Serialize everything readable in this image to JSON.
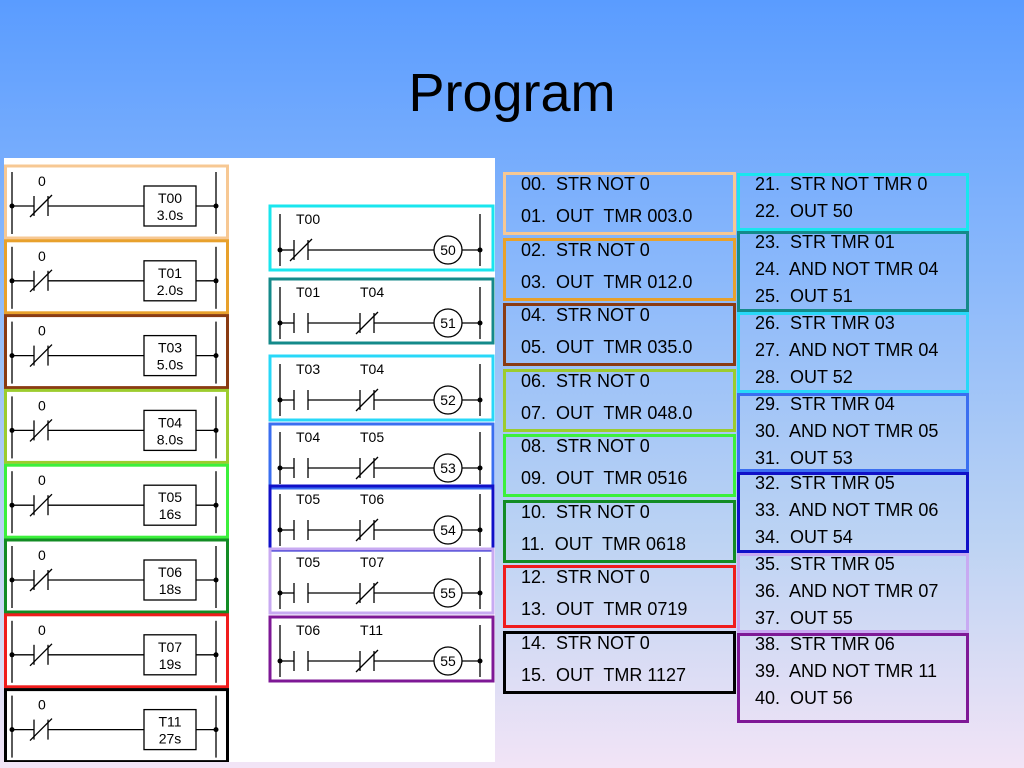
{
  "slide": {
    "title": "Program"
  },
  "rung_label_zero": "0",
  "timer_rungs": [
    {
      "name": "T00",
      "preset": "3.0s",
      "color": "#f7c893"
    },
    {
      "name": "T01",
      "preset": "2.0s",
      "color": "#e8a12c"
    },
    {
      "name": "T03",
      "preset": "5.0s",
      "color": "#8a3b12"
    },
    {
      "name": "T04",
      "preset": "8.0s",
      "color": "#9ccc2e"
    },
    {
      "name": "T05",
      "preset": "16s",
      "color": "#3cf03c"
    },
    {
      "name": "T06",
      "preset": "18s",
      "color": "#138c24"
    },
    {
      "name": "T07",
      "preset": "19s",
      "color": "#f01c1c"
    },
    {
      "name": "T11",
      "preset": "27s",
      "color": "#000000"
    }
  ],
  "output_rungs": [
    {
      "contact1": "T00",
      "contact2": "",
      "output": "50",
      "color": "#19e6ee"
    },
    {
      "contact1": "T01",
      "contact2": "T04",
      "output": "51",
      "color": "#148a8a"
    },
    {
      "contact1": "T03",
      "contact2": "T04",
      "output": "52",
      "color": "#28d8f8"
    },
    {
      "contact1": "T04",
      "contact2": "T05",
      "output": "53",
      "color": "#3a6ef0"
    },
    {
      "contact1": "T05",
      "contact2": "T06",
      "output": "54",
      "color": "#1010c8"
    },
    {
      "contact1": "T05",
      "contact2": "T07",
      "output": "55",
      "color": "#c8aaf2"
    },
    {
      "contact1": "T06",
      "contact2": "T11",
      "output": "55",
      "color": "#7e1896"
    }
  ],
  "code_left": [
    {
      "color": "#f7c893",
      "lines": [
        "00.  STR NOT 0",
        "01.  OUT  TMR 003.0"
      ]
    },
    {
      "color": "#e8a12c",
      "lines": [
        "02.  STR NOT 0",
        "03.  OUT  TMR 012.0"
      ]
    },
    {
      "color": "#8a3b12",
      "lines": [
        "04.  STR NOT 0",
        "05.  OUT  TMR 035.0"
      ]
    },
    {
      "color": "#9ccc2e",
      "lines": [
        "06.  STR NOT 0",
        "07.  OUT  TMR 048.0"
      ]
    },
    {
      "color": "#3cf03c",
      "lines": [
        "08.  STR NOT 0",
        "09.  OUT  TMR 0516"
      ]
    },
    {
      "color": "#138c24",
      "lines": [
        "10.  STR NOT 0",
        "11.  OUT  TMR 0618"
      ]
    },
    {
      "color": "#f01c1c",
      "lines": [
        "12.  STR NOT 0",
        "13.  OUT  TMR 0719"
      ]
    },
    {
      "color": "#000000",
      "lines": [
        "14.  STR NOT 0",
        "15.  OUT  TMR 1127"
      ]
    }
  ],
  "code_right": [
    {
      "color": "#19e6ee",
      "lines": [
        "21.  STR NOT TMR 0",
        "22.  OUT 50"
      ]
    },
    {
      "color": "#148a8a",
      "lines": [
        "23.  STR TMR 01",
        "24.  AND NOT TMR 04",
        "25.  OUT 51"
      ]
    },
    {
      "color": "#28d8f8",
      "lines": [
        "26.  STR TMR 03",
        "27.  AND NOT TMR 04",
        "28.  OUT 52"
      ]
    },
    {
      "color": "#3a6ef0",
      "lines": [
        "29.  STR TMR 04",
        "30.  AND NOT TMR 05",
        "31.  OUT 53"
      ]
    },
    {
      "color": "#1010c8",
      "lines": [
        "32.  STR TMR 05",
        "33.  AND NOT TMR 06",
        "34.  OUT 54"
      ]
    },
    {
      "color": "#c8aaf2",
      "lines": [
        "35.  STR TMR 05",
        "36.  AND NOT TMR 07",
        "37.  OUT 55"
      ]
    },
    {
      "color": "#7e1896",
      "lines": [
        "38.  STR TMR 06",
        "39.  AND NOT TMR 11",
        "40.  OUT 56"
      ]
    }
  ]
}
